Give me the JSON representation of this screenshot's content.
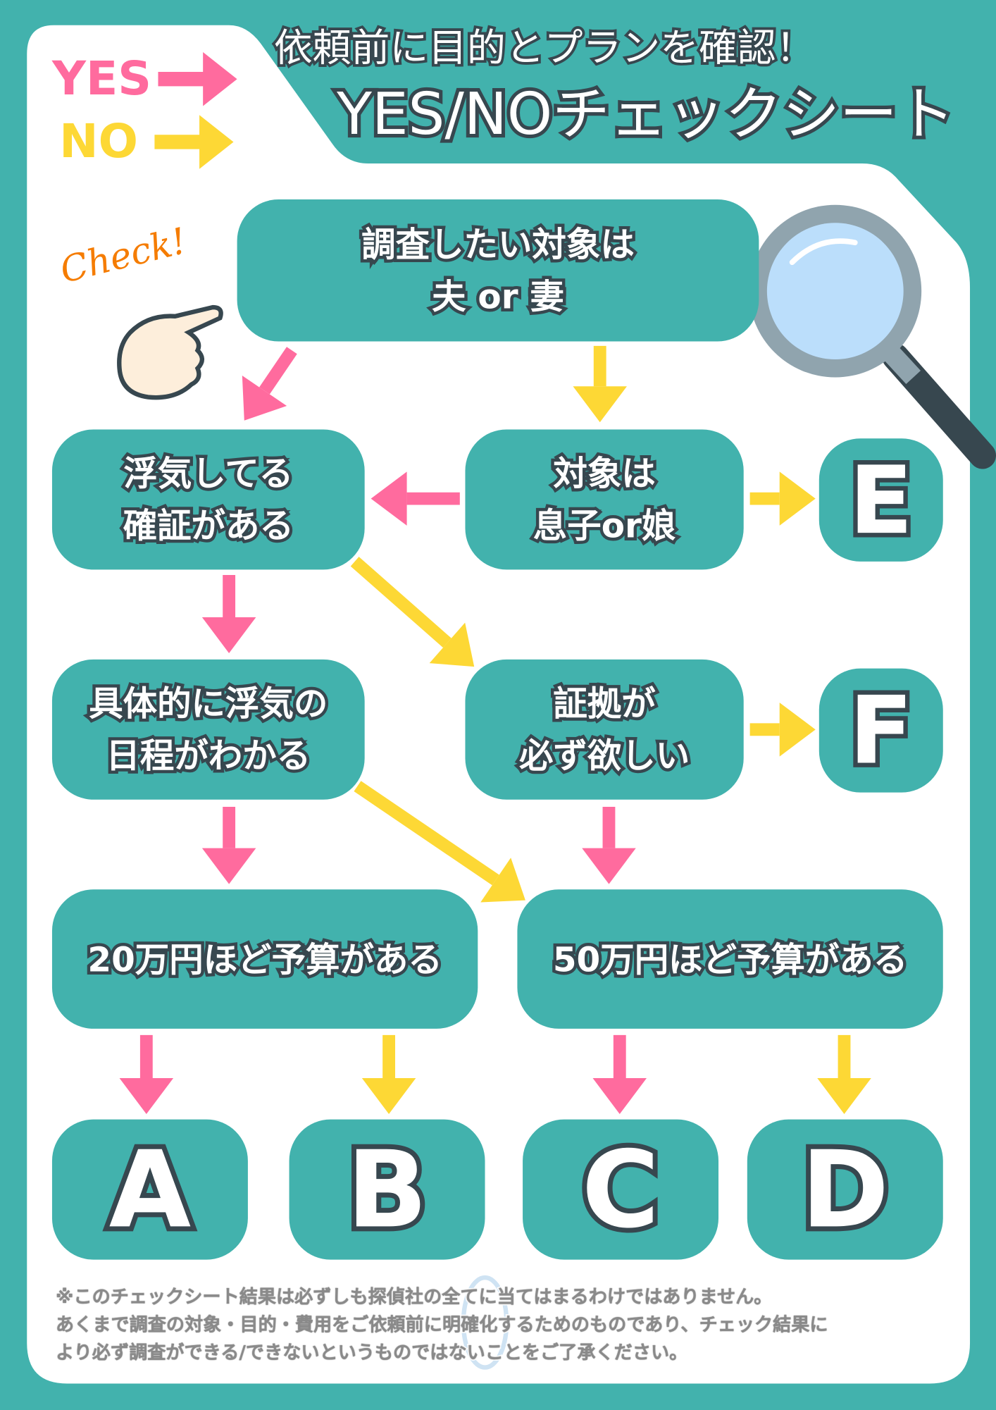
{
  "header": {
    "subtitle": "依頼前に目的とプランを確認！",
    "title": "YES/NOチェックシート"
  },
  "legend": {
    "yes_label": "YES",
    "no_label": "NO",
    "yes_color": "#ff6b9e",
    "no_color": "#fdd835"
  },
  "decoration": {
    "check_text": "Check!"
  },
  "nodes": {
    "start": {
      "line1": "調査したい対象は",
      "line2": "夫 or 妻"
    },
    "affair_proof": {
      "line1": "浮気してる",
      "line2": "確証がある"
    },
    "son_daughter": {
      "line1": "対象は",
      "line2": "息子or娘"
    },
    "affair_schedule": {
      "line1": "具体的に浮気の",
      "line2": "日程がわかる"
    },
    "need_evidence": {
      "line1": "証拠が",
      "line2": "必ず欲しい"
    },
    "budget_20": {
      "line1": "20万円ほど予算がある"
    },
    "budget_50": {
      "line1": "50万円ほど予算がある"
    }
  },
  "results": {
    "a": "A",
    "b": "B",
    "c": "C",
    "d": "D",
    "e": "E",
    "f": "F"
  },
  "footnote": [
    "※このチェックシート結果は必ずしも探偵社の全てに当てはまるわけではありません。",
    "あくまで調査の対象・目的・費用をご依頼前に明確化するためのものであり、チェック結果に",
    "より必ず調査ができる/できないというものではないことをご了承ください。"
  ]
}
